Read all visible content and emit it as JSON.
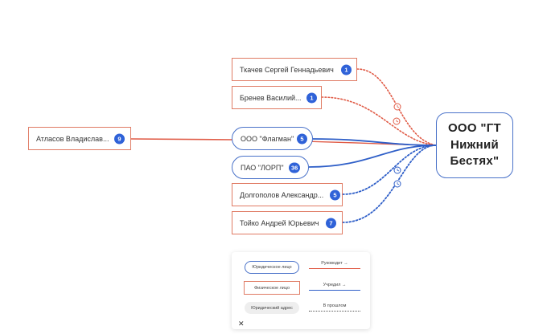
{
  "target": {
    "label": "ООО \"ГТ\nНижний\nБестях\""
  },
  "nodes": [
    {
      "id": "tkachev",
      "type": "person",
      "label": "Ткачев Сергей Геннадьевич",
      "badge": "1"
    },
    {
      "id": "brenev",
      "type": "person",
      "label": "Бренев Василий...",
      "badge": "1"
    },
    {
      "id": "atlasov",
      "type": "person",
      "label": "Атласов Владислав...",
      "badge": "9"
    },
    {
      "id": "flagman",
      "type": "company",
      "label": "ООО \"Флагман\"",
      "badge": "5"
    },
    {
      "id": "lorp",
      "type": "company",
      "label": "ПАО \"ЛОРП\"",
      "badge": "36"
    },
    {
      "id": "dolgopolov",
      "type": "person",
      "label": "Долгополов Александр...",
      "badge": "5"
    },
    {
      "id": "toyko",
      "type": "person",
      "label": "Тойко Андрей Юрьевич",
      "badge": "7"
    }
  ],
  "legend": {
    "company": "Юридическое лицо",
    "person": "Физическое лицо",
    "address": "Юридический адрес",
    "manages": "Руководит →",
    "founded": "Учредил →",
    "past": "В прошлом",
    "close": "✕"
  },
  "colors": {
    "manages": "#e05a45",
    "founded": "#2f5fc8",
    "person_border": "#e07b64",
    "company_border": "#4a72c9",
    "badge": "#2f62d8"
  },
  "icons": [
    "clock-icon",
    "close-icon"
  ]
}
